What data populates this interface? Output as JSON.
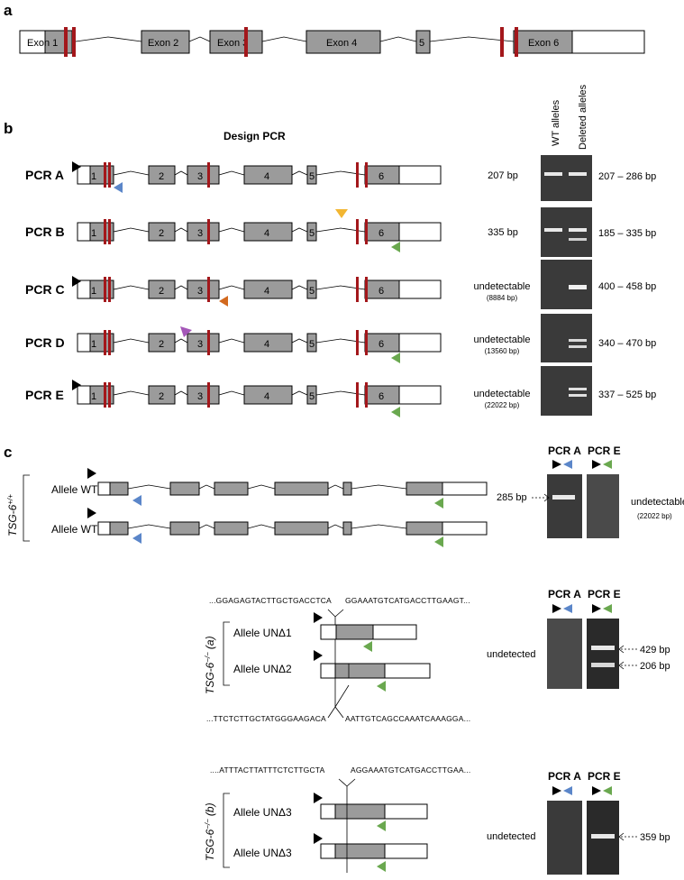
{
  "panels": {
    "a": "a",
    "b": "b",
    "c": "c"
  },
  "gene": {
    "exons": [
      "Exon 1",
      "Exon 2",
      "Exon 3",
      "Exon 4",
      "5",
      "Exon 6"
    ]
  },
  "design_title": "Design PCR",
  "pcr_rows": [
    {
      "label": "PCR A",
      "wt": "207 bp",
      "wt_sub": "",
      "del": "207 – 286 bp"
    },
    {
      "label": "PCR B",
      "wt": "335 bp",
      "wt_sub": "",
      "del": "185 – 335 bp"
    },
    {
      "label": "PCR C",
      "wt": "undetectable",
      "wt_sub": "(8884 bp)",
      "del": "400 – 458 bp"
    },
    {
      "label": "PCR D",
      "wt": "undetectable",
      "wt_sub": "(13560 bp)",
      "del": "340 – 470 bp"
    },
    {
      "label": "PCR E",
      "wt": "undetectable",
      "wt_sub": "(22022 bp)",
      "del": "337 – 525 bp"
    }
  ],
  "small_exons": [
    "1",
    "2",
    "3",
    "4",
    "5",
    "6"
  ],
  "gel_columns": [
    "WT alleles",
    "Deleted alleles"
  ],
  "panel_c": {
    "wt_group": {
      "genotype": "TSG-6",
      "genotype_sup": "+/+",
      "alleles": [
        "Allele WT",
        "Allele WT"
      ],
      "gel_heads": [
        "PCR A",
        "PCR E"
      ],
      "band": "285 bp",
      "right": "undetectable",
      "right_sub": "(22022 bp)"
    },
    "group_a": {
      "genotype": "TSG-6",
      "genotype_sup": "−/−",
      "genotype_suffix": "(a)",
      "seq_top": "...GGAGAGTACTTGCTGACCTCA",
      "seq_top_r": "GGAAATGTCATGACCTTGAAGT...",
      "seq_bottom": "...TTCTCTTGCTATGGGAAGACA",
      "seq_bottom_r": "AATTGTCAGCCAAATCAAAGGA...",
      "alleles": [
        "Allele UNΔ1",
        "Allele UNΔ2"
      ],
      "gel_heads": [
        "PCR A",
        "PCR E"
      ],
      "left": "undetected",
      "bands": [
        "429 bp",
        "206 bp"
      ]
    },
    "group_b": {
      "genotype": "TSG-6",
      "genotype_sup": "−/−",
      "genotype_suffix": "(b)",
      "seq_top": "....ATTTACTTATTTCTCTTGCTA",
      "seq_top_r": "AGGAAATGTCATGACCTTGAA...",
      "alleles": [
        "Allele UNΔ3",
        "Allele UNΔ3"
      ],
      "gel_heads": [
        "PCR A",
        "PCR E"
      ],
      "left": "undetected",
      "bands": [
        "359 bp"
      ]
    }
  },
  "colors": {
    "exon_fill": "#9b9b9b",
    "red_bar": "#a3171b",
    "blue": "#5b86c9",
    "green": "#6aa84f",
    "yellow": "#f2b632",
    "orange": "#d2691e",
    "purple": "#a457b8",
    "gel_bg": "#3a3a3a",
    "gel_band": "#e8e8e8"
  }
}
